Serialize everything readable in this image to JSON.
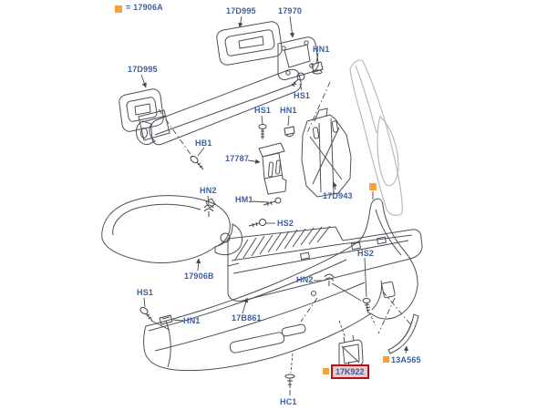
{
  "legend": {
    "text": "= 17906A",
    "meaning": "orange square marks parts included in kit 17906A"
  },
  "colors": {
    "label_blue": "#3b5fa0",
    "marker_orange": "#f2a33c",
    "highlight_border_red": "#b3121a",
    "highlight_fill": "#ecc9cb",
    "line_art": "#4b4f56",
    "ghost_part": "#b6bbc2"
  },
  "highlighted_part": {
    "text": "17K922"
  },
  "labels": [
    {
      "id": "17D995-top",
      "text": "17D995"
    },
    {
      "id": "17970",
      "text": "17970"
    },
    {
      "id": "HN1-top",
      "text": "HN1"
    },
    {
      "id": "HS1-top",
      "text": "HS1"
    },
    {
      "id": "17D995-left",
      "text": "17D995"
    },
    {
      "id": "HS1-mid",
      "text": "HS1"
    },
    {
      "id": "HN1-mid",
      "text": "HN1"
    },
    {
      "id": "HB1",
      "text": "HB1"
    },
    {
      "id": "17787",
      "text": "17787"
    },
    {
      "id": "17D943",
      "text": "17D943"
    },
    {
      "id": "HN2-left",
      "text": "HN2"
    },
    {
      "id": "HM1",
      "text": "HM1"
    },
    {
      "id": "HS2-left",
      "text": "HS2"
    },
    {
      "id": "17906B",
      "text": "17906B"
    },
    {
      "id": "HN2-right",
      "text": "HN2"
    },
    {
      "id": "HS2-right",
      "text": "HS2"
    },
    {
      "id": "HS1-bottom",
      "text": "HS1"
    },
    {
      "id": "HN1-bottom",
      "text": "HN1"
    },
    {
      "id": "17B861",
      "text": "17B861"
    },
    {
      "id": "13A565",
      "text": "13A565"
    },
    {
      "id": "HC1",
      "text": "HC1"
    }
  ]
}
